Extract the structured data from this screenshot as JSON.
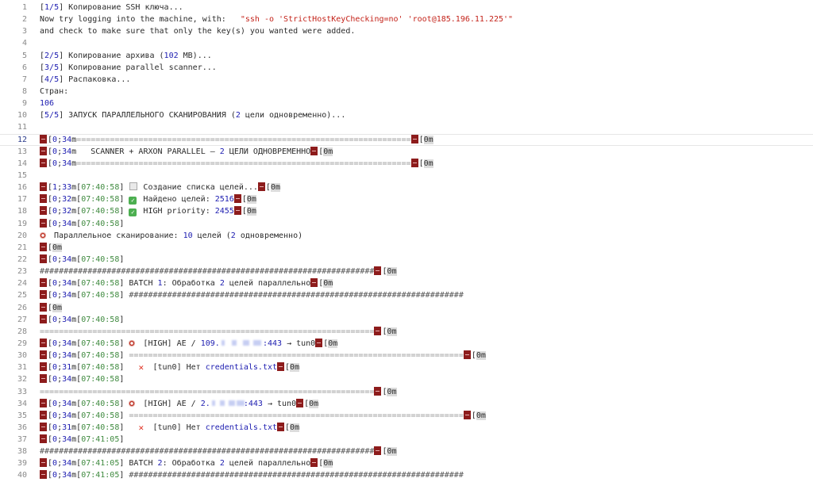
{
  "active_line": 12,
  "colors": {
    "number": "#1c1cb0",
    "string": "#c4231a",
    "time": "#3f8a3f",
    "esc": "#8d1c1c"
  },
  "lines": [
    {
      "no": "1",
      "s": [
        [
          "t",
          "["
        ],
        [
          "n",
          "1/5"
        ],
        [
          "t",
          "] Копирование SSH ключа..."
        ]
      ]
    },
    {
      "no": "2",
      "s": [
        [
          "t",
          "Now try logging into the machine, with:   "
        ],
        [
          "s",
          "\"ssh -o 'StrictHostKeyChecking=no' 'root@185.196.11.225'\""
        ]
      ]
    },
    {
      "no": "3",
      "s": [
        [
          "t",
          "and check to make sure that only the key(s) you wanted were added."
        ]
      ]
    },
    {
      "no": "4",
      "s": []
    },
    {
      "no": "5",
      "s": [
        [
          "t",
          "["
        ],
        [
          "n",
          "2/5"
        ],
        [
          "t",
          "] Копирование архива ("
        ],
        [
          "n",
          "102"
        ],
        [
          "t",
          " MB)..."
        ]
      ]
    },
    {
      "no": "6",
      "s": [
        [
          "t",
          "["
        ],
        [
          "n",
          "3/5"
        ],
        [
          "t",
          "] Копирование parallel scanner..."
        ]
      ]
    },
    {
      "no": "7",
      "s": [
        [
          "t",
          "["
        ],
        [
          "n",
          "4/5"
        ],
        [
          "t",
          "] Распаковка..."
        ]
      ]
    },
    {
      "no": "8",
      "s": [
        [
          "t",
          "Стран:"
        ]
      ]
    },
    {
      "no": "9",
      "s": [
        [
          "n",
          "106"
        ]
      ]
    },
    {
      "no": "10",
      "s": [
        [
          "t",
          "["
        ],
        [
          "n",
          "5/5"
        ],
        [
          "t",
          "] ЗАПУСК ПАРАЛЛЕЛЬНОГО СКАНИРОВАНИЯ ("
        ],
        [
          "n",
          "2"
        ],
        [
          "t",
          " цели одновременно)..."
        ]
      ]
    },
    {
      "no": "11",
      "s": []
    },
    {
      "no": "12",
      "s": [
        [
          "esc"
        ],
        [
          "t",
          "["
        ],
        [
          "n",
          "0"
        ],
        [
          "t",
          ";"
        ],
        [
          "n",
          "34"
        ],
        [
          "t",
          "m"
        ],
        [
          "e",
          "======================================================================"
        ],
        [
          "esc"
        ],
        [
          "t",
          "["
        ],
        [
          "rst",
          "0m"
        ]
      ]
    },
    {
      "no": "13",
      "s": [
        [
          "esc"
        ],
        [
          "t",
          "["
        ],
        [
          "n",
          "0"
        ],
        [
          "t",
          ";"
        ],
        [
          "n",
          "34"
        ],
        [
          "t",
          "m   SCANNER + ARXON PARALLEL – "
        ],
        [
          "n",
          "2"
        ],
        [
          "t",
          " ЦЕЛИ ОДНОВРЕМЕННО"
        ],
        [
          "esc"
        ],
        [
          "t",
          "["
        ],
        [
          "rst",
          "0m"
        ]
      ]
    },
    {
      "no": "14",
      "s": [
        [
          "esc"
        ],
        [
          "t",
          "["
        ],
        [
          "n",
          "0"
        ],
        [
          "t",
          ";"
        ],
        [
          "n",
          "34"
        ],
        [
          "t",
          "m"
        ],
        [
          "e",
          "======================================================================"
        ],
        [
          "esc"
        ],
        [
          "t",
          "["
        ],
        [
          "rst",
          "0m"
        ]
      ]
    },
    {
      "no": "15",
      "s": []
    },
    {
      "no": "16",
      "s": [
        [
          "esc"
        ],
        [
          "t",
          "["
        ],
        [
          "n",
          "1"
        ],
        [
          "t",
          ";"
        ],
        [
          "n",
          "33"
        ],
        [
          "t",
          "m["
        ],
        [
          "g",
          "07:40:58"
        ],
        [
          "t",
          "] "
        ],
        [
          "icon",
          "box"
        ],
        [
          "t",
          " Создание списка целей..."
        ],
        [
          "esc"
        ],
        [
          "t",
          "["
        ],
        [
          "rst",
          "0m"
        ]
      ]
    },
    {
      "no": "17",
      "s": [
        [
          "esc"
        ],
        [
          "t",
          "["
        ],
        [
          "n",
          "0"
        ],
        [
          "t",
          ";"
        ],
        [
          "n",
          "32"
        ],
        [
          "t",
          "m["
        ],
        [
          "g",
          "07:40:58"
        ],
        [
          "t",
          "] "
        ],
        [
          "icon",
          "check"
        ],
        [
          "t",
          " Найдено целей: "
        ],
        [
          "n",
          "2516"
        ],
        [
          "esc"
        ],
        [
          "t",
          "["
        ],
        [
          "rst",
          "0m"
        ]
      ]
    },
    {
      "no": "18",
      "s": [
        [
          "esc"
        ],
        [
          "t",
          "["
        ],
        [
          "n",
          "0"
        ],
        [
          "t",
          ";"
        ],
        [
          "n",
          "32"
        ],
        [
          "t",
          "m["
        ],
        [
          "g",
          "07:40:58"
        ],
        [
          "t",
          "] "
        ],
        [
          "icon",
          "check"
        ],
        [
          "t",
          " HIGH priority: "
        ],
        [
          "n",
          "2455"
        ],
        [
          "esc"
        ],
        [
          "t",
          "["
        ],
        [
          "rst",
          "0m"
        ]
      ]
    },
    {
      "no": "19",
      "s": [
        [
          "esc"
        ],
        [
          "t",
          "["
        ],
        [
          "n",
          "0"
        ],
        [
          "t",
          ";"
        ],
        [
          "n",
          "34"
        ],
        [
          "t",
          "m["
        ],
        [
          "g",
          "07:40:58"
        ],
        [
          "t",
          "]"
        ]
      ]
    },
    {
      "no": "20",
      "s": [
        [
          "icon",
          "target"
        ],
        [
          "t",
          " Параллельное сканирование: "
        ],
        [
          "n",
          "10"
        ],
        [
          "t",
          " целей ("
        ],
        [
          "n",
          "2"
        ],
        [
          "t",
          " одновременно)"
        ]
      ]
    },
    {
      "no": "21",
      "s": [
        [
          "esc"
        ],
        [
          "t",
          "["
        ],
        [
          "rst",
          "0m"
        ]
      ]
    },
    {
      "no": "22",
      "s": [
        [
          "esc"
        ],
        [
          "t",
          "["
        ],
        [
          "n",
          "0"
        ],
        [
          "t",
          ";"
        ],
        [
          "n",
          "34"
        ],
        [
          "t",
          "m["
        ],
        [
          "g",
          "07:40:58"
        ],
        [
          "t",
          "]"
        ]
      ]
    },
    {
      "no": "23",
      "s": [
        [
          "h",
          "######################################################################"
        ],
        [
          "esc"
        ],
        [
          "t",
          "["
        ],
        [
          "rst",
          "0m"
        ]
      ]
    },
    {
      "no": "24",
      "s": [
        [
          "esc"
        ],
        [
          "t",
          "["
        ],
        [
          "n",
          "0"
        ],
        [
          "t",
          ";"
        ],
        [
          "n",
          "34"
        ],
        [
          "t",
          "m["
        ],
        [
          "g",
          "07:40:58"
        ],
        [
          "t",
          "] BATCH "
        ],
        [
          "n",
          "1"
        ],
        [
          "t",
          ": Обработка "
        ],
        [
          "n",
          "2"
        ],
        [
          "t",
          " целей параллельно"
        ],
        [
          "esc"
        ],
        [
          "t",
          "["
        ],
        [
          "rst",
          "0m"
        ]
      ]
    },
    {
      "no": "25",
      "s": [
        [
          "esc"
        ],
        [
          "t",
          "["
        ],
        [
          "n",
          "0"
        ],
        [
          "t",
          ";"
        ],
        [
          "n",
          "34"
        ],
        [
          "t",
          "m["
        ],
        [
          "g",
          "07:40:58"
        ],
        [
          "t",
          "] "
        ],
        [
          "h",
          "######################################################################"
        ]
      ]
    },
    {
      "no": "26",
      "s": [
        [
          "esc"
        ],
        [
          "t",
          "["
        ],
        [
          "rst",
          "0m"
        ]
      ]
    },
    {
      "no": "27",
      "s": [
        [
          "esc"
        ],
        [
          "t",
          "["
        ],
        [
          "n",
          "0"
        ],
        [
          "t",
          ";"
        ],
        [
          "n",
          "34"
        ],
        [
          "t",
          "m["
        ],
        [
          "g",
          "07:40:58"
        ],
        [
          "t",
          "]"
        ]
      ]
    },
    {
      "no": "28",
      "s": [
        [
          "e",
          "======================================================================"
        ],
        [
          "esc"
        ],
        [
          "t",
          "["
        ],
        [
          "rst",
          "0m"
        ]
      ]
    },
    {
      "no": "29",
      "s": [
        [
          "esc"
        ],
        [
          "t",
          "["
        ],
        [
          "n",
          "0"
        ],
        [
          "t",
          ";"
        ],
        [
          "n",
          "34"
        ],
        [
          "t",
          "m["
        ],
        [
          "g",
          "07:40:58"
        ],
        [
          "t",
          "] "
        ],
        [
          "icon",
          "target"
        ],
        [
          "t",
          " [HIGH] AE / "
        ],
        [
          "n",
          "109."
        ],
        [
          "blur",
          "9"
        ],
        [
          "n",
          ":443"
        ],
        [
          "t",
          " → tun0"
        ],
        [
          "esc"
        ],
        [
          "t",
          "["
        ],
        [
          "rst",
          "0m"
        ]
      ]
    },
    {
      "no": "30",
      "s": [
        [
          "esc"
        ],
        [
          "t",
          "["
        ],
        [
          "n",
          "0"
        ],
        [
          "t",
          ";"
        ],
        [
          "n",
          "34"
        ],
        [
          "t",
          "m["
        ],
        [
          "g",
          "07:40:58"
        ],
        [
          "t",
          "] "
        ],
        [
          "e",
          "======================================================================"
        ],
        [
          "esc"
        ],
        [
          "t",
          "["
        ],
        [
          "rst",
          "0m"
        ]
      ]
    },
    {
      "no": "31",
      "s": [
        [
          "esc"
        ],
        [
          "t",
          "["
        ],
        [
          "n",
          "0"
        ],
        [
          "t",
          ";"
        ],
        [
          "n",
          "31"
        ],
        [
          "t",
          "m["
        ],
        [
          "g",
          "07:40:58"
        ],
        [
          "t",
          "]   "
        ],
        [
          "icon",
          "x"
        ],
        [
          "t",
          " [tun0] Нет "
        ],
        [
          "n",
          "credentials.txt"
        ],
        [
          "esc"
        ],
        [
          "t",
          "["
        ],
        [
          "rst",
          "0m"
        ]
      ]
    },
    {
      "no": "32",
      "s": [
        [
          "esc"
        ],
        [
          "t",
          "["
        ],
        [
          "n",
          "0"
        ],
        [
          "t",
          ";"
        ],
        [
          "n",
          "34"
        ],
        [
          "t",
          "m["
        ],
        [
          "g",
          "07:40:58"
        ],
        [
          "t",
          "]"
        ]
      ]
    },
    {
      "no": "33",
      "s": [
        [
          "e",
          "======================================================================"
        ],
        [
          "esc"
        ],
        [
          "t",
          "["
        ],
        [
          "rst",
          "0m"
        ]
      ]
    },
    {
      "no": "34",
      "s": [
        [
          "esc"
        ],
        [
          "t",
          "["
        ],
        [
          "n",
          "0"
        ],
        [
          "t",
          ";"
        ],
        [
          "n",
          "34"
        ],
        [
          "t",
          "m["
        ],
        [
          "g",
          "07:40:58"
        ],
        [
          "t",
          "] "
        ],
        [
          "icon",
          "target"
        ],
        [
          "t",
          " [HIGH] AE / "
        ],
        [
          "n",
          "2."
        ],
        [
          "blur",
          "7"
        ],
        [
          "n",
          ":443"
        ],
        [
          "t",
          " → tun0"
        ],
        [
          "esc"
        ],
        [
          "t",
          "["
        ],
        [
          "rst",
          "0m"
        ]
      ]
    },
    {
      "no": "35",
      "s": [
        [
          "esc"
        ],
        [
          "t",
          "["
        ],
        [
          "n",
          "0"
        ],
        [
          "t",
          ";"
        ],
        [
          "n",
          "34"
        ],
        [
          "t",
          "m["
        ],
        [
          "g",
          "07:40:58"
        ],
        [
          "t",
          "] "
        ],
        [
          "e",
          "======================================================================"
        ],
        [
          "esc"
        ],
        [
          "t",
          "["
        ],
        [
          "rst",
          "0m"
        ]
      ]
    },
    {
      "no": "36",
      "s": [
        [
          "esc"
        ],
        [
          "t",
          "["
        ],
        [
          "n",
          "0"
        ],
        [
          "t",
          ";"
        ],
        [
          "n",
          "31"
        ],
        [
          "t",
          "m["
        ],
        [
          "g",
          "07:40:58"
        ],
        [
          "t",
          "]   "
        ],
        [
          "icon",
          "x"
        ],
        [
          "t",
          " [tun0] Нет "
        ],
        [
          "n",
          "credentials.txt"
        ],
        [
          "esc"
        ],
        [
          "t",
          "["
        ],
        [
          "rst",
          "0m"
        ]
      ]
    },
    {
      "no": "37",
      "s": [
        [
          "esc"
        ],
        [
          "t",
          "["
        ],
        [
          "n",
          "0"
        ],
        [
          "t",
          ";"
        ],
        [
          "n",
          "34"
        ],
        [
          "t",
          "m["
        ],
        [
          "g",
          "07:41:05"
        ],
        [
          "t",
          "]"
        ]
      ]
    },
    {
      "no": "38",
      "s": [
        [
          "h",
          "######################################################################"
        ],
        [
          "esc"
        ],
        [
          "t",
          "["
        ],
        [
          "rst",
          "0m"
        ]
      ]
    },
    {
      "no": "39",
      "s": [
        [
          "esc"
        ],
        [
          "t",
          "["
        ],
        [
          "n",
          "0"
        ],
        [
          "t",
          ";"
        ],
        [
          "n",
          "34"
        ],
        [
          "t",
          "m["
        ],
        [
          "g",
          "07:41:05"
        ],
        [
          "t",
          "] BATCH "
        ],
        [
          "n",
          "2"
        ],
        [
          "t",
          ": Обработка "
        ],
        [
          "n",
          "2"
        ],
        [
          "t",
          " целей параллельно"
        ],
        [
          "esc"
        ],
        [
          "t",
          "["
        ],
        [
          "rst",
          "0m"
        ]
      ]
    },
    {
      "no": "40",
      "s": [
        [
          "esc"
        ],
        [
          "t",
          "["
        ],
        [
          "n",
          "0"
        ],
        [
          "t",
          ";"
        ],
        [
          "n",
          "34"
        ],
        [
          "t",
          "m["
        ],
        [
          "g",
          "07:41:05"
        ],
        [
          "t",
          "] "
        ],
        [
          "h",
          "######################################################################"
        ]
      ]
    }
  ]
}
